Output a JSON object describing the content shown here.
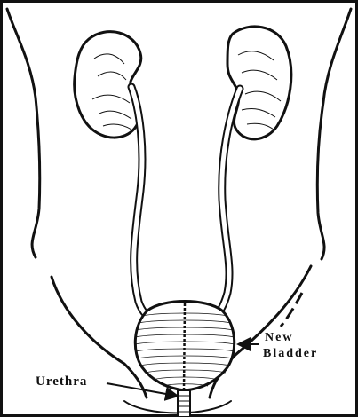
{
  "labels": {
    "new_line1": "New",
    "new_line2": "Bladder",
    "urethra": "Urethra"
  },
  "colors": {
    "ink": "#111111",
    "paper": "#ffffff"
  }
}
